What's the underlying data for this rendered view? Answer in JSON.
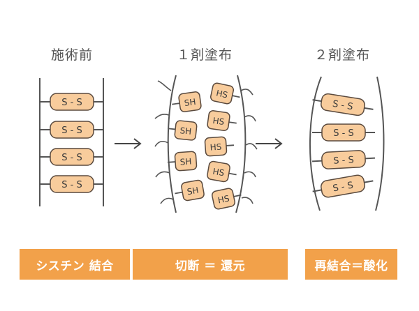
{
  "stages": [
    {
      "title": "施術前",
      "label": "シスチン 結合",
      "bonds": [
        "S - S",
        "S - S",
        "S - S",
        "S - S"
      ]
    },
    {
      "title": "１剤塗布",
      "label": "切断 ＝ 還元",
      "left_groups": [
        "SH",
        "SH",
        "SH",
        "SH"
      ],
      "right_groups": [
        "HS",
        "HS",
        "HS",
        "HS",
        "HS"
      ]
    },
    {
      "title": "２剤塗布",
      "label": "再結合＝酸化",
      "bonds": [
        "S - S",
        "S - S",
        "S - S",
        "S - S"
      ]
    }
  ],
  "colors": {
    "bond_fill": "#f8cc9c",
    "bond_stroke": "#5a4a3e",
    "strand": "#555555",
    "arrow": "#444444",
    "label_bg": "#f2a14a",
    "label_text": "#ffffff",
    "title_text": "#555555"
  },
  "icons": [
    "arrow-right-icon",
    "arrow-right-icon"
  ]
}
